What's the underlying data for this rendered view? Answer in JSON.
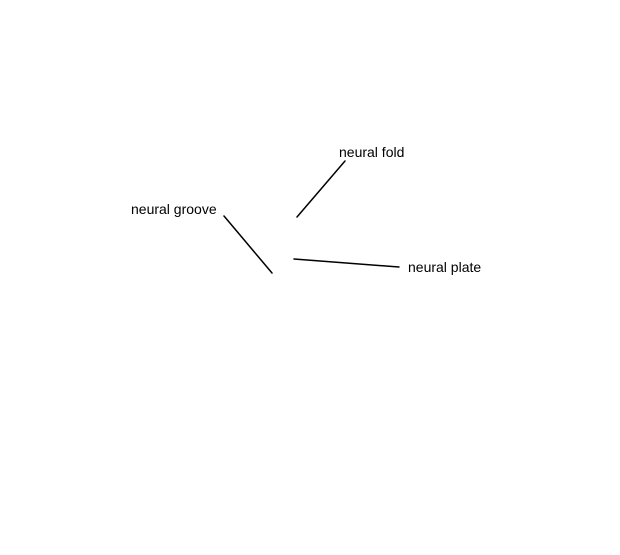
{
  "labels": {
    "neural_fold": "neural fold",
    "neural_groove": "neural groove",
    "neural_plate": "neural plate"
  },
  "colors": {
    "leader_line": "#000000",
    "text": "#000000",
    "background": "#ffffff"
  }
}
